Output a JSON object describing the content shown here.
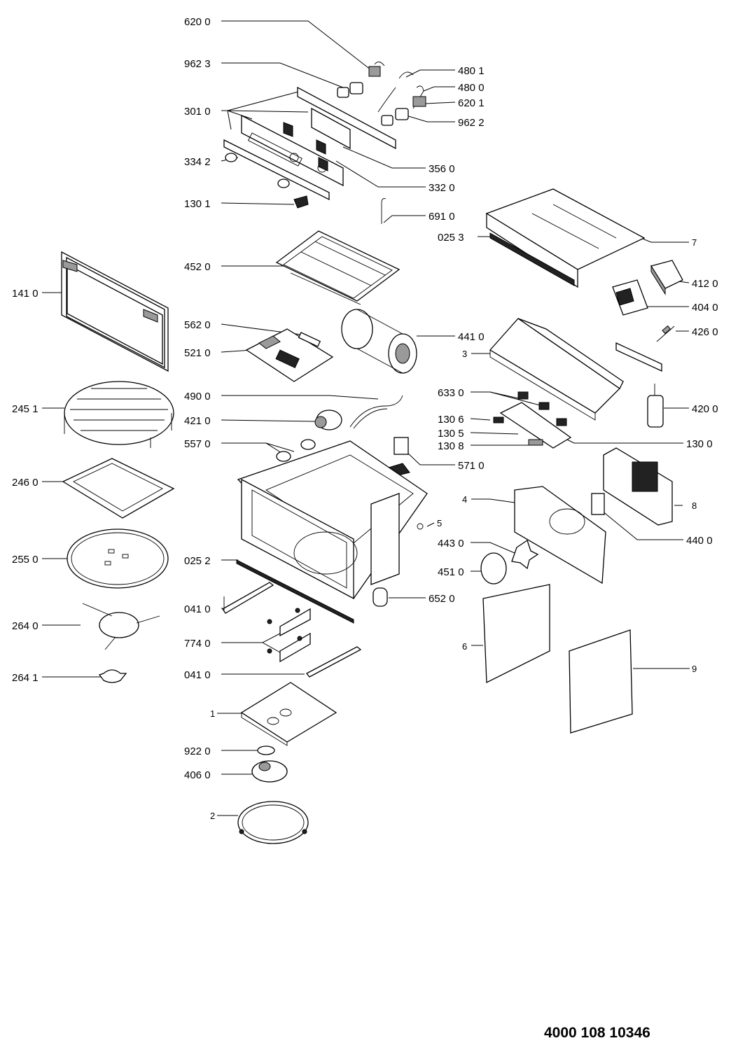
{
  "document_number": "4000 108 10346",
  "callouts": [
    {
      "id": "c-6200",
      "text": "620 0"
    },
    {
      "id": "c-9623",
      "text": "962 3"
    },
    {
      "id": "c-3010",
      "text": "301 0"
    },
    {
      "id": "c-3342",
      "text": "334 2"
    },
    {
      "id": "c-1301",
      "text": "130 1"
    },
    {
      "id": "c-4801",
      "text": "480 1"
    },
    {
      "id": "c-4800",
      "text": "480 0"
    },
    {
      "id": "c-6201",
      "text": "620 1"
    },
    {
      "id": "c-9622",
      "text": "962 2"
    },
    {
      "id": "c-3560",
      "text": "356 0"
    },
    {
      "id": "c-3320",
      "text": "332 0"
    },
    {
      "id": "c-6910",
      "text": "691 0"
    },
    {
      "id": "c-0253",
      "text": "025 3"
    },
    {
      "id": "c-7",
      "text": "7"
    },
    {
      "id": "c-1410",
      "text": "141 0"
    },
    {
      "id": "c-4520",
      "text": "452 0"
    },
    {
      "id": "c-4120",
      "text": "412 0"
    },
    {
      "id": "c-4040",
      "text": "404 0"
    },
    {
      "id": "c-4260",
      "text": "426 0"
    },
    {
      "id": "c-5620",
      "text": "562 0"
    },
    {
      "id": "c-5210",
      "text": "521 0"
    },
    {
      "id": "c-4410",
      "text": "441 0"
    },
    {
      "id": "c-3",
      "text": "3"
    },
    {
      "id": "c-2451",
      "text": "245 1"
    },
    {
      "id": "c-4900",
      "text": "490 0"
    },
    {
      "id": "c-4210",
      "text": "421 0"
    },
    {
      "id": "c-5570",
      "text": "557 0"
    },
    {
      "id": "c-6330",
      "text": "633 0"
    },
    {
      "id": "c-1306",
      "text": "130 6"
    },
    {
      "id": "c-1305",
      "text": "130 5"
    },
    {
      "id": "c-1308",
      "text": "130 8"
    },
    {
      "id": "c-5710",
      "text": "571 0"
    },
    {
      "id": "c-1300",
      "text": "130 0"
    },
    {
      "id": "c-4200",
      "text": "420 0"
    },
    {
      "id": "c-2460",
      "text": "246 0"
    },
    {
      "id": "c-4",
      "text": "4"
    },
    {
      "id": "c-8",
      "text": "8"
    },
    {
      "id": "c-5",
      "text": "5"
    },
    {
      "id": "c-4400",
      "text": "440 0"
    },
    {
      "id": "c-2550",
      "text": "255 0"
    },
    {
      "id": "c-0252",
      "text": "025 2"
    },
    {
      "id": "c-4430",
      "text": "443 0"
    },
    {
      "id": "c-4510",
      "text": "451 0"
    },
    {
      "id": "c-6520",
      "text": "652 0"
    },
    {
      "id": "c-0410a",
      "text": "041 0"
    },
    {
      "id": "c-2640",
      "text": "264 0"
    },
    {
      "id": "c-6",
      "text": "6"
    },
    {
      "id": "c-7740",
      "text": "774 0"
    },
    {
      "id": "c-9",
      "text": "9"
    },
    {
      "id": "c-2641",
      "text": "264 1"
    },
    {
      "id": "c-0410b",
      "text": "041 0"
    },
    {
      "id": "c-1",
      "text": "1"
    },
    {
      "id": "c-9220",
      "text": "922 0"
    },
    {
      "id": "c-4060",
      "text": "406 0"
    },
    {
      "id": "c-2",
      "text": "2"
    }
  ]
}
